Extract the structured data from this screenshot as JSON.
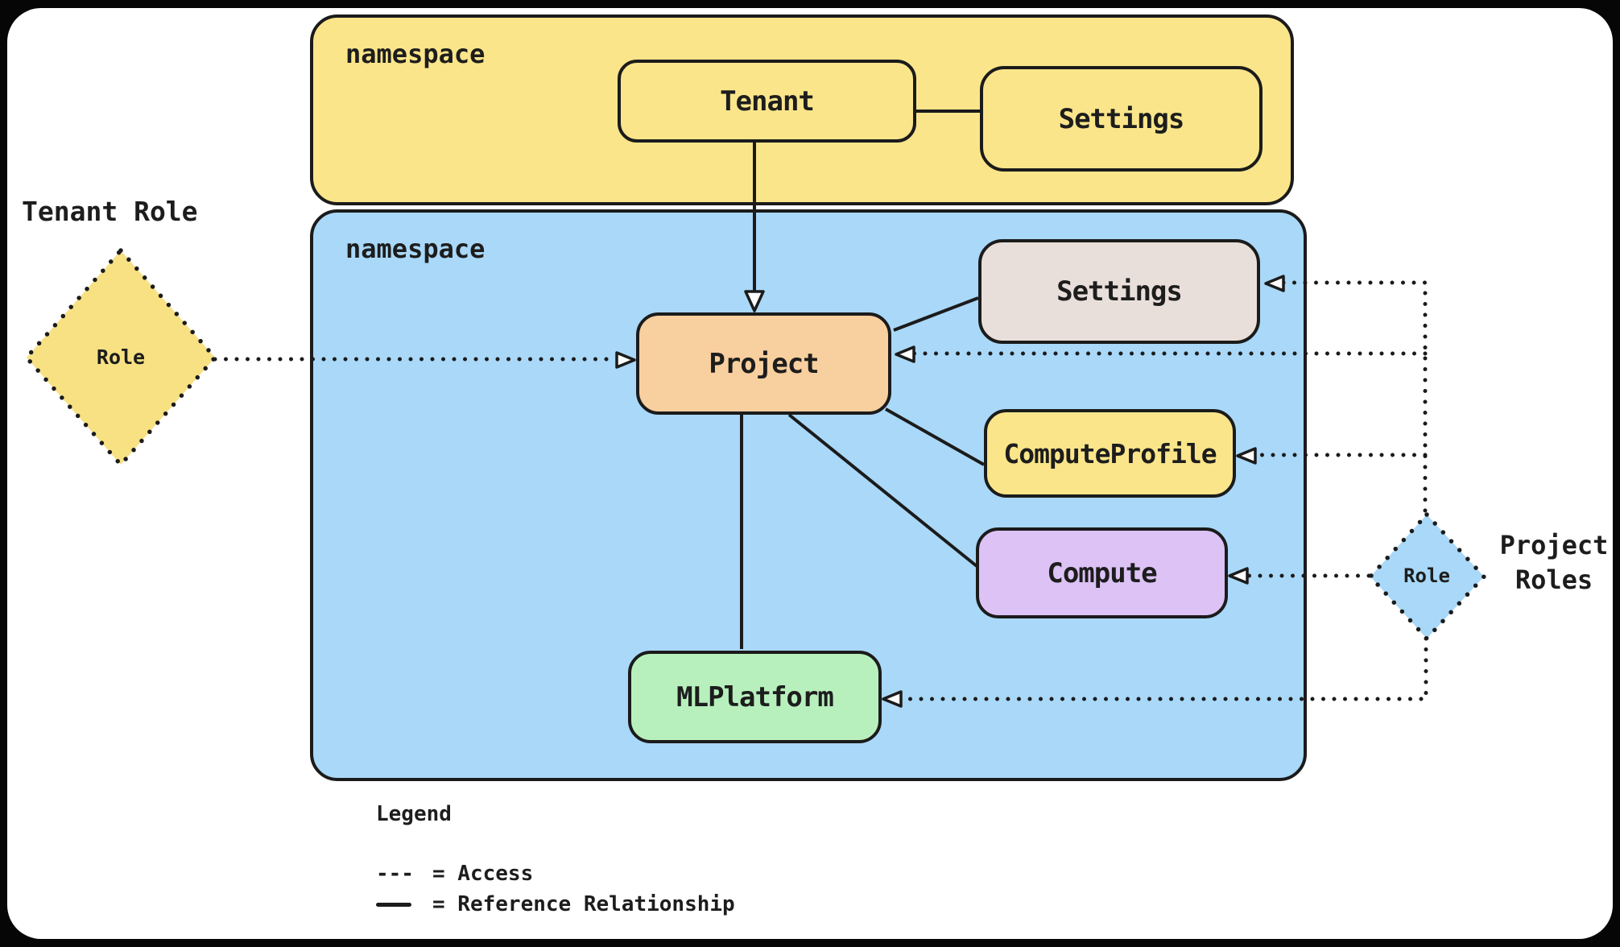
{
  "colors": {
    "frame_bg": "#060606",
    "canvas_bg": "#ffffff",
    "stroke": "#1b1b1b",
    "text": "#1d1d1d",
    "yellow": "#fae58a",
    "yellow_diamond": "#f7e183",
    "blue": "#a9d8f8",
    "orange": "#f8cf9e",
    "gray": "#e9dfda",
    "purple": "#dcc2f5",
    "green": "#b7f0bc"
  },
  "diagram": {
    "tenant_namespace": {
      "label": "namespace"
    },
    "project_namespace": {
      "label": "namespace"
    },
    "nodes": {
      "tenant": "Tenant",
      "tenant_settings": "Settings",
      "project_settings": "Settings",
      "project": "Project",
      "compute_profile": "ComputeProfile",
      "compute": "Compute",
      "ml_platform": "MLPlatform"
    },
    "roles": {
      "tenant_role_title": "Tenant Role",
      "tenant_role_node": "Role",
      "project_roles_title": "Project\nRoles",
      "project_role_node": "Role"
    }
  },
  "legend": {
    "title": "Legend",
    "access_symbol": "---",
    "access_label": "= Access",
    "reference_label": "= Reference Relationship"
  }
}
